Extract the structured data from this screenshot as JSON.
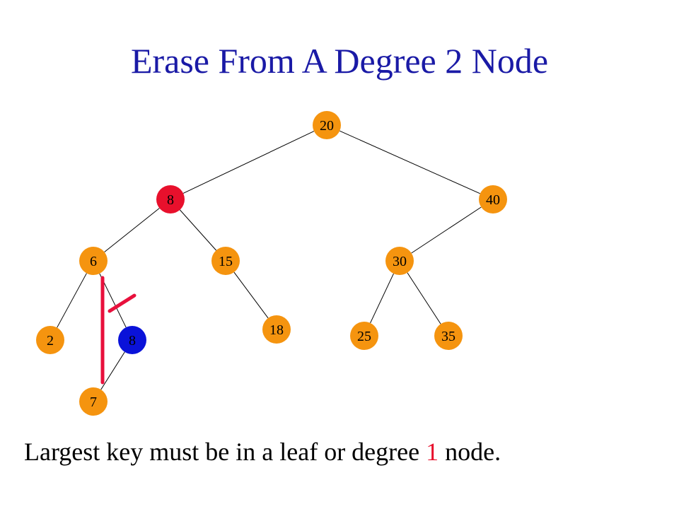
{
  "title": "Erase From A Degree 2 Node",
  "caption": {
    "before": "Largest key must be in a leaf or degree ",
    "highlight": "1",
    "after": " node."
  },
  "colors": {
    "title": "#1a1aa6",
    "node_default": "#f5940f",
    "node_erase": "#e8102c",
    "node_largest": "#0a12d9",
    "annotation": "#e8103c",
    "caption_highlight": "#e8102c"
  },
  "tree": {
    "nodes": [
      {
        "id": "n20",
        "key": "20",
        "role": "default"
      },
      {
        "id": "n8",
        "key": "8",
        "role": "erase"
      },
      {
        "id": "n40",
        "key": "40",
        "role": "default"
      },
      {
        "id": "n6",
        "key": "6",
        "role": "default"
      },
      {
        "id": "n15",
        "key": "15",
        "role": "default"
      },
      {
        "id": "n30",
        "key": "30",
        "role": "default"
      },
      {
        "id": "n2",
        "key": "2",
        "role": "default"
      },
      {
        "id": "n8b",
        "key": "8",
        "role": "largest"
      },
      {
        "id": "n18",
        "key": "18",
        "role": "default"
      },
      {
        "id": "n25",
        "key": "25",
        "role": "default"
      },
      {
        "id": "n35",
        "key": "35",
        "role": "default"
      },
      {
        "id": "n7",
        "key": "7",
        "role": "default"
      }
    ],
    "edges": [
      [
        "n20",
        "n8"
      ],
      [
        "n20",
        "n40"
      ],
      [
        "n8",
        "n6"
      ],
      [
        "n8",
        "n15"
      ],
      [
        "n40",
        "n30"
      ],
      [
        "n6",
        "n2"
      ],
      [
        "n6",
        "n8b"
      ],
      [
        "n15",
        "n18"
      ],
      [
        "n30",
        "n25"
      ],
      [
        "n30",
        "n35"
      ],
      [
        "n8b",
        "n7"
      ]
    ]
  }
}
